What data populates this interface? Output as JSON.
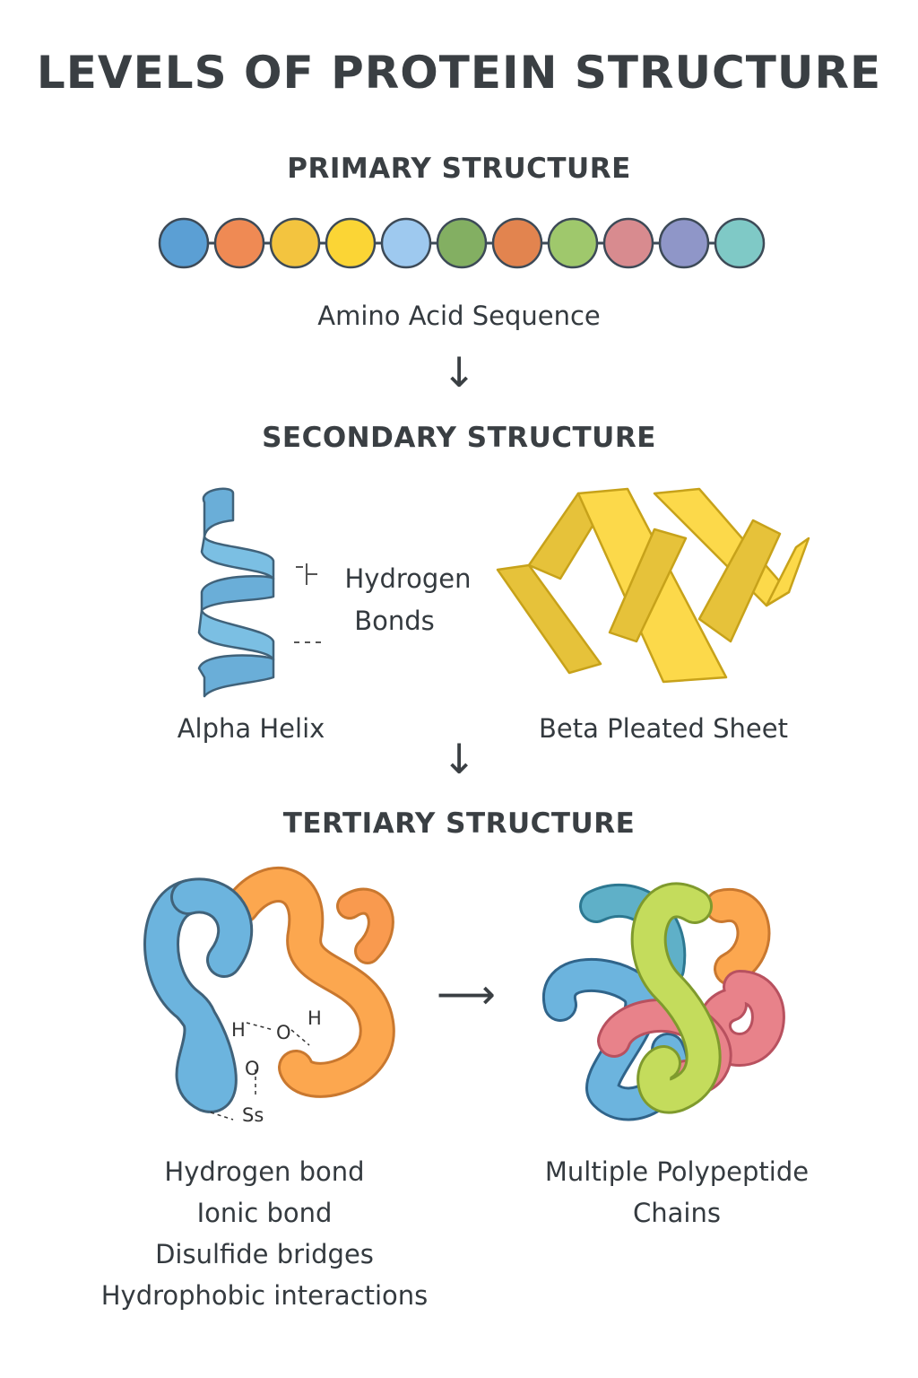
{
  "title": "LEVELS OF PROTEIN STRUCTURE",
  "primary": {
    "heading": "PRIMARY STRUCTURE",
    "caption": "Amino Acid Sequence",
    "beads": [
      "#5b9fd4",
      "#ef8a54",
      "#f3c43f",
      "#fbd535",
      "#9ec9ef",
      "#83af62",
      "#e2844f",
      "#9fc86c",
      "#d88b8f",
      "#8f96c8",
      "#7fc9c6"
    ]
  },
  "arrows": {
    "down": "↓",
    "right": "⟶"
  },
  "secondary": {
    "heading": "SECONDARY STRUCTURE",
    "hbond_label_1": "Hydrogen",
    "hbond_label_2": "Bonds",
    "alpha_label": "Alpha Helix",
    "beta_label": "Beta Pleated Sheet"
  },
  "tertiary": {
    "heading": "TERTIARY STRUCTURE",
    "atoms": {
      "h1": "H",
      "o1": "O",
      "h2": "H",
      "o2": "O",
      "s": "Ss"
    },
    "bonds": [
      "Hydrogen bond",
      "Ionic bond",
      "Disulfide bridges",
      "Hydrophobic interactions"
    ],
    "quaternary_line_1": "Multiple Polypeptide",
    "quaternary_line_2": "Chains"
  },
  "colors": {
    "helix": "#7bbfe3",
    "sheet": "#fcd94a",
    "chain_blue": "#6cb4de",
    "chain_orange": "#fca74f",
    "chain_green": "#c4dc5c",
    "chain_pink": "#e8828a",
    "chain_teal": "#5fb0c8",
    "outline": "#40627a"
  }
}
